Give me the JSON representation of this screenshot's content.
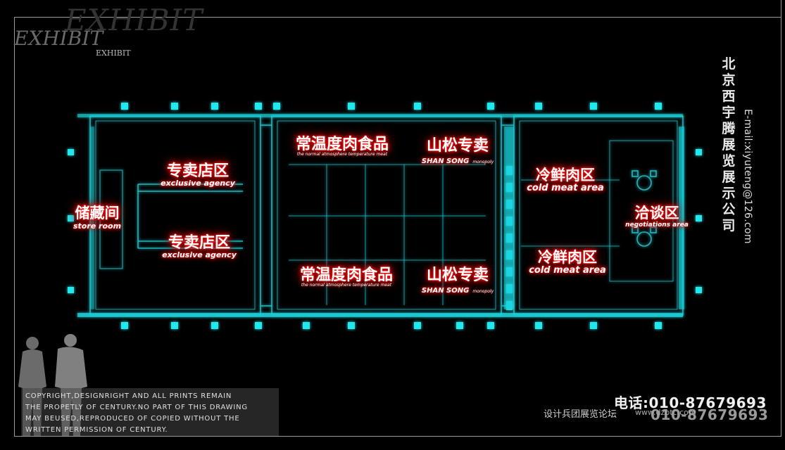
{
  "logo": {
    "big": "EXHIBIT",
    "mid": "EXHIBIT",
    "small": "EXHIBIT"
  },
  "zones": [
    {
      "id": "storage",
      "cn": "储藏间",
      "en": "store room"
    },
    {
      "id": "exclusive-1",
      "cn": "专卖店区",
      "en": "exclusive agency"
    },
    {
      "id": "exclusive-2",
      "cn": "专卖店区",
      "en": "exclusive agency"
    },
    {
      "id": "normal-meat-1",
      "cn": "常温度肉食品",
      "en": "the normal atmosphere temperature meat"
    },
    {
      "id": "normal-meat-2",
      "cn": "常温度肉食品",
      "en": "the normal atmosphere temperature meat"
    },
    {
      "id": "shansong-1",
      "cn": "山松专卖",
      "en": "SHAN SONG",
      "en_tiny": "monopoly"
    },
    {
      "id": "shansong-2",
      "cn": "山松专卖",
      "en": "SHAN SONG",
      "en_tiny": "monopoly"
    },
    {
      "id": "cold-meat-1",
      "cn": "冷鲜肉区",
      "en": "cold meat area"
    },
    {
      "id": "cold-meat-2",
      "cn": "冷鲜肉区",
      "en": "cold meat area"
    },
    {
      "id": "negotiation",
      "cn": "洽谈区",
      "en": "negotiations area"
    }
  ],
  "company": {
    "name_chars": [
      "北",
      "京",
      "西",
      "宇",
      "腾",
      "展",
      "览",
      "展",
      "示",
      "公",
      "司"
    ],
    "email": "E-mail:xiyuteng@126.com"
  },
  "copyright": {
    "lines": [
      "COPYRIGHT,DESIGNRIGHT AND ALL PRINTS REMAIN",
      "THE PROPETLY OF  CENTURY.NO PART OF THIS DRAWING",
      "MAY BEUSED,REPRODUCED OF COPIED WITHOUT THE",
      "WRITTEN PERMISSION OF  CENTURY."
    ]
  },
  "contact": {
    "phone": "电话:010-87679693",
    "phone_echo": "010-87679693",
    "forum": "设计兵团展览论坛",
    "forum_url": "www.dzbtc.com"
  },
  "colors": {
    "plan_line": "#1fd8d8",
    "plan_glow": "#00ffff",
    "label_glow": "#ff0000",
    "background": "#000000"
  }
}
